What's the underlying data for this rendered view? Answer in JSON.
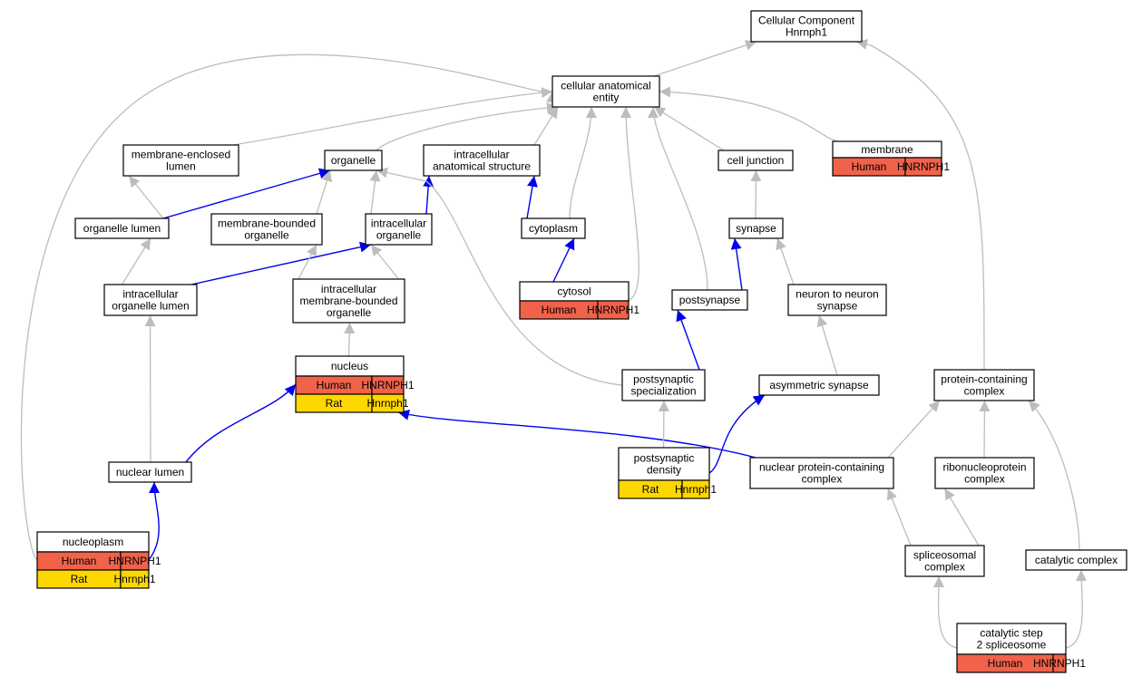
{
  "colors": {
    "human": "#f0624a",
    "rat": "#ffd700",
    "gray_edge": "#bdbdbd",
    "blue_edge": "#0000ee"
  },
  "nodes": {
    "root": {
      "lines": [
        "Cellular Component",
        "Hnrnph1"
      ]
    },
    "cae": {
      "lines": [
        "cellular anatomical",
        "entity"
      ]
    },
    "membrane": {
      "lines": [
        "membrane"
      ],
      "rows": [
        [
          "Human",
          "HNRNPH1"
        ]
      ]
    },
    "mel": {
      "lines": [
        "membrane-enclosed",
        "lumen"
      ]
    },
    "organelle": {
      "lines": [
        "organelle"
      ]
    },
    "ias": {
      "lines": [
        "intracellular",
        "anatomical structure"
      ]
    },
    "celljunction": {
      "lines": [
        "cell junction"
      ]
    },
    "orglumen": {
      "lines": [
        "organelle lumen"
      ]
    },
    "mbo": {
      "lines": [
        "membrane-bounded",
        "organelle"
      ]
    },
    "iorg": {
      "lines": [
        "intracellular",
        "organelle"
      ]
    },
    "cytoplasm": {
      "lines": [
        "cytoplasm"
      ]
    },
    "synapse": {
      "lines": [
        "synapse"
      ]
    },
    "iol": {
      "lines": [
        "intracellular",
        "organelle lumen"
      ]
    },
    "imbo": {
      "lines": [
        "intracellular",
        "membrane-bounded",
        "organelle"
      ]
    },
    "cytosol": {
      "lines": [
        "cytosol"
      ],
      "rows": [
        [
          "Human",
          "HNRNPH1"
        ]
      ]
    },
    "postsynapse": {
      "lines": [
        "postsynapse"
      ]
    },
    "n2n": {
      "lines": [
        "neuron to neuron",
        "synapse"
      ]
    },
    "nucleus": {
      "lines": [
        "nucleus"
      ],
      "rows": [
        [
          "Human",
          "HNRNPH1"
        ],
        [
          "Rat",
          "Hnrnph1"
        ]
      ]
    },
    "psspec": {
      "lines": [
        "postsynaptic",
        "specialization"
      ]
    },
    "asym": {
      "lines": [
        "asymmetric synapse"
      ]
    },
    "pcc": {
      "lines": [
        "protein-containing",
        "complex"
      ]
    },
    "nuclumen": {
      "lines": [
        "nuclear lumen"
      ]
    },
    "psd": {
      "lines": [
        "postsynaptic",
        "density"
      ],
      "rows": [
        [
          "Rat",
          "Hnrnph1"
        ]
      ]
    },
    "npcc": {
      "lines": [
        "nuclear protein-containing",
        "complex"
      ]
    },
    "rnp": {
      "lines": [
        "ribonucleoprotein",
        "complex"
      ]
    },
    "nucleoplasm": {
      "lines": [
        "nucleoplasm"
      ],
      "rows": [
        [
          "Human",
          "HNRNPH1"
        ],
        [
          "Rat",
          "Hnrnph1"
        ]
      ]
    },
    "spliceosomal": {
      "lines": [
        "spliceosomal",
        "complex"
      ]
    },
    "catalytic": {
      "lines": [
        "catalytic complex"
      ]
    },
    "cs2": {
      "lines": [
        "catalytic step",
        "2 spliceosome"
      ],
      "rows": [
        [
          "Human",
          "HNRNPH1"
        ]
      ]
    }
  },
  "edges": [
    {
      "from": "cae",
      "to": "root",
      "color": "gray"
    },
    {
      "from": "membrane",
      "to": "cae",
      "color": "gray"
    },
    {
      "from": "mel",
      "to": "cae",
      "color": "gray"
    },
    {
      "from": "organelle",
      "to": "cae",
      "color": "gray"
    },
    {
      "from": "ias",
      "to": "cae",
      "color": "gray"
    },
    {
      "from": "celljunction",
      "to": "cae",
      "color": "gray"
    },
    {
      "from": "cytoplasm",
      "to": "cae",
      "color": "gray"
    },
    {
      "from": "cytosol",
      "to": "cae",
      "color": "gray"
    },
    {
      "from": "postsynapse",
      "to": "cae",
      "color": "gray"
    },
    {
      "from": "nucleoplasm",
      "to": "cae",
      "color": "gray"
    },
    {
      "from": "pcc",
      "to": "root",
      "color": "gray"
    },
    {
      "from": "orglumen",
      "to": "mel",
      "color": "gray"
    },
    {
      "from": "orglumen",
      "to": "organelle",
      "color": "blue"
    },
    {
      "from": "mbo",
      "to": "organelle",
      "color": "gray"
    },
    {
      "from": "iorg",
      "to": "organelle",
      "color": "gray"
    },
    {
      "from": "iorg",
      "to": "ias",
      "color": "blue"
    },
    {
      "from": "cytoplasm",
      "to": "ias",
      "color": "blue"
    },
    {
      "from": "psspec",
      "to": "organelle",
      "color": "gray"
    },
    {
      "from": "synapse",
      "to": "celljunction",
      "color": "gray"
    },
    {
      "from": "iol",
      "to": "orglumen",
      "color": "gray"
    },
    {
      "from": "iol",
      "to": "iorg",
      "color": "blue"
    },
    {
      "from": "imbo",
      "to": "mbo",
      "color": "gray"
    },
    {
      "from": "imbo",
      "to": "iorg",
      "color": "gray"
    },
    {
      "from": "cytosol",
      "to": "cytoplasm",
      "color": "blue"
    },
    {
      "from": "postsynapse",
      "to": "synapse",
      "color": "blue"
    },
    {
      "from": "n2n",
      "to": "synapse",
      "color": "gray"
    },
    {
      "from": "nucleus",
      "to": "imbo",
      "color": "gray"
    },
    {
      "from": "psspec",
      "to": "postsynapse",
      "color": "blue"
    },
    {
      "from": "asym",
      "to": "n2n",
      "color": "gray"
    },
    {
      "from": "nuclumen",
      "to": "iol",
      "color": "gray"
    },
    {
      "from": "nuclumen",
      "to": "nucleus",
      "color": "blue"
    },
    {
      "from": "npcc",
      "to": "nucleus",
      "color": "blue"
    },
    {
      "from": "npcc",
      "to": "pcc",
      "color": "gray"
    },
    {
      "from": "psd",
      "to": "psspec",
      "color": "gray"
    },
    {
      "from": "psd",
      "to": "asym",
      "color": "blue"
    },
    {
      "from": "rnp",
      "to": "pcc",
      "color": "gray"
    },
    {
      "from": "catalytic",
      "to": "pcc",
      "color": "gray"
    },
    {
      "from": "nucleoplasm",
      "to": "nuclumen",
      "color": "blue"
    },
    {
      "from": "spliceosomal",
      "to": "npcc",
      "color": "gray"
    },
    {
      "from": "spliceosomal",
      "to": "rnp",
      "color": "gray"
    },
    {
      "from": "cs2",
      "to": "spliceosomal",
      "color": "gray"
    },
    {
      "from": "cs2",
      "to": "catalytic",
      "color": "gray"
    }
  ]
}
